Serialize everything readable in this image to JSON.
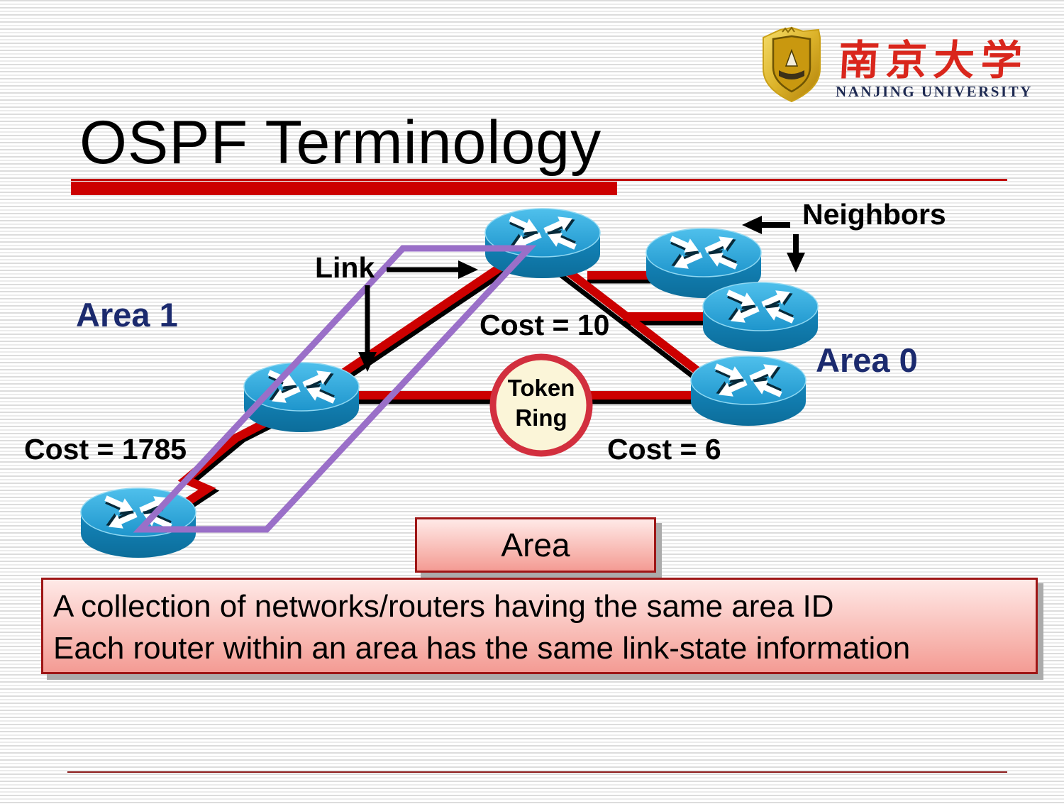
{
  "slide_title": "OSPF Terminology",
  "logo": {
    "chinese_name": "南京大学",
    "english_name": "NANJING  UNIVERSITY"
  },
  "diagram": {
    "area1_label": "Area 1",
    "area0_label": "Area 0",
    "link_label": "Link",
    "neighbors_label": "Neighbors",
    "cost_top_label": "Cost = 10",
    "cost_right_label": "Cost = 6",
    "cost_left_label": "Cost = 1785",
    "token_ring_line1": "Token",
    "token_ring_line2": "Ring",
    "router_count": 6
  },
  "area_box": {
    "label": "Area"
  },
  "description_box": {
    "line1": "A collection of networks/routers having the same area ID",
    "line2": "Each router within an area has the same link-state information"
  },
  "colors": {
    "accent_red": "#CC0000",
    "link_red": "#CC0000",
    "router_blue_top": "#2FA8DF",
    "router_blue_side": "#0F7FB0",
    "area_outline_purple": "#9A6FC8",
    "navy_text": "#1B2A6E",
    "token_ring_fill": "#FBF5D8",
    "token_ring_border": "#D22F3E",
    "box_border_red": "#9E1616",
    "box_fill_pink": "#F49B94",
    "logo_calligraphy_red": "#D9261C",
    "logo_gold": "#D4A017",
    "logo_text_navy": "#1E2A52",
    "footer_rule_red": "#8B1A1A"
  }
}
